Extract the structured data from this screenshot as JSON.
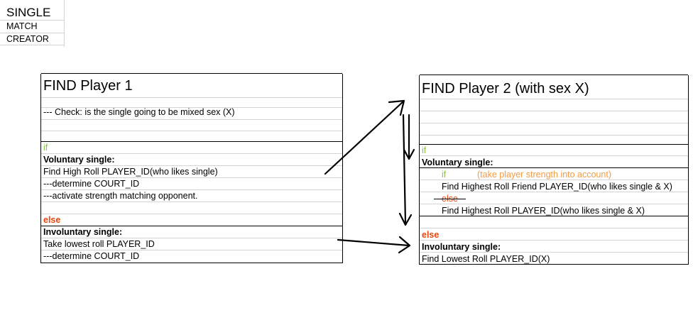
{
  "header": {
    "line1": "SINGLE",
    "line2": "MATCH",
    "line3": "CREATOR"
  },
  "player1": {
    "title": "FIND Player 1",
    "check": "--- Check: is the single going to be mixed sex (X)",
    "if_kw": "if",
    "voluntary_label": "Voluntary single:",
    "voluntary_line1": "Find High Roll PLAYER_ID(who likes single)",
    "voluntary_line2": "---determine COURT_ID",
    "voluntary_line3": "---activate strength matching opponent.",
    "else_kw": "else",
    "involuntary_label": "Involuntary single:",
    "involuntary_line1": "Take lowest roll PLAYER_ID",
    "involuntary_line2": "---determine COURT_ID"
  },
  "player2": {
    "title": "FIND Player 2 (with sex X)",
    "if_kw": "if",
    "voluntary_label": "Voluntary single:",
    "inner_if": "if",
    "inner_note": "(take player strength into account)",
    "friend_line": "Find Highest Roll Friend PLAYER_ID(who likes single & X)",
    "inner_else": "else",
    "highest_line": "Find Highest Roll PLAYER_ID(who likes single & X)",
    "else_kw": "else",
    "involuntary_label": "Involuntary single:",
    "lowest_line": "Find Lowest Roll PLAYER_ID(X)"
  },
  "colors": {
    "keyword_if": "#8ac24a",
    "keyword_else": "#e8440b",
    "note": "#f39c45"
  }
}
